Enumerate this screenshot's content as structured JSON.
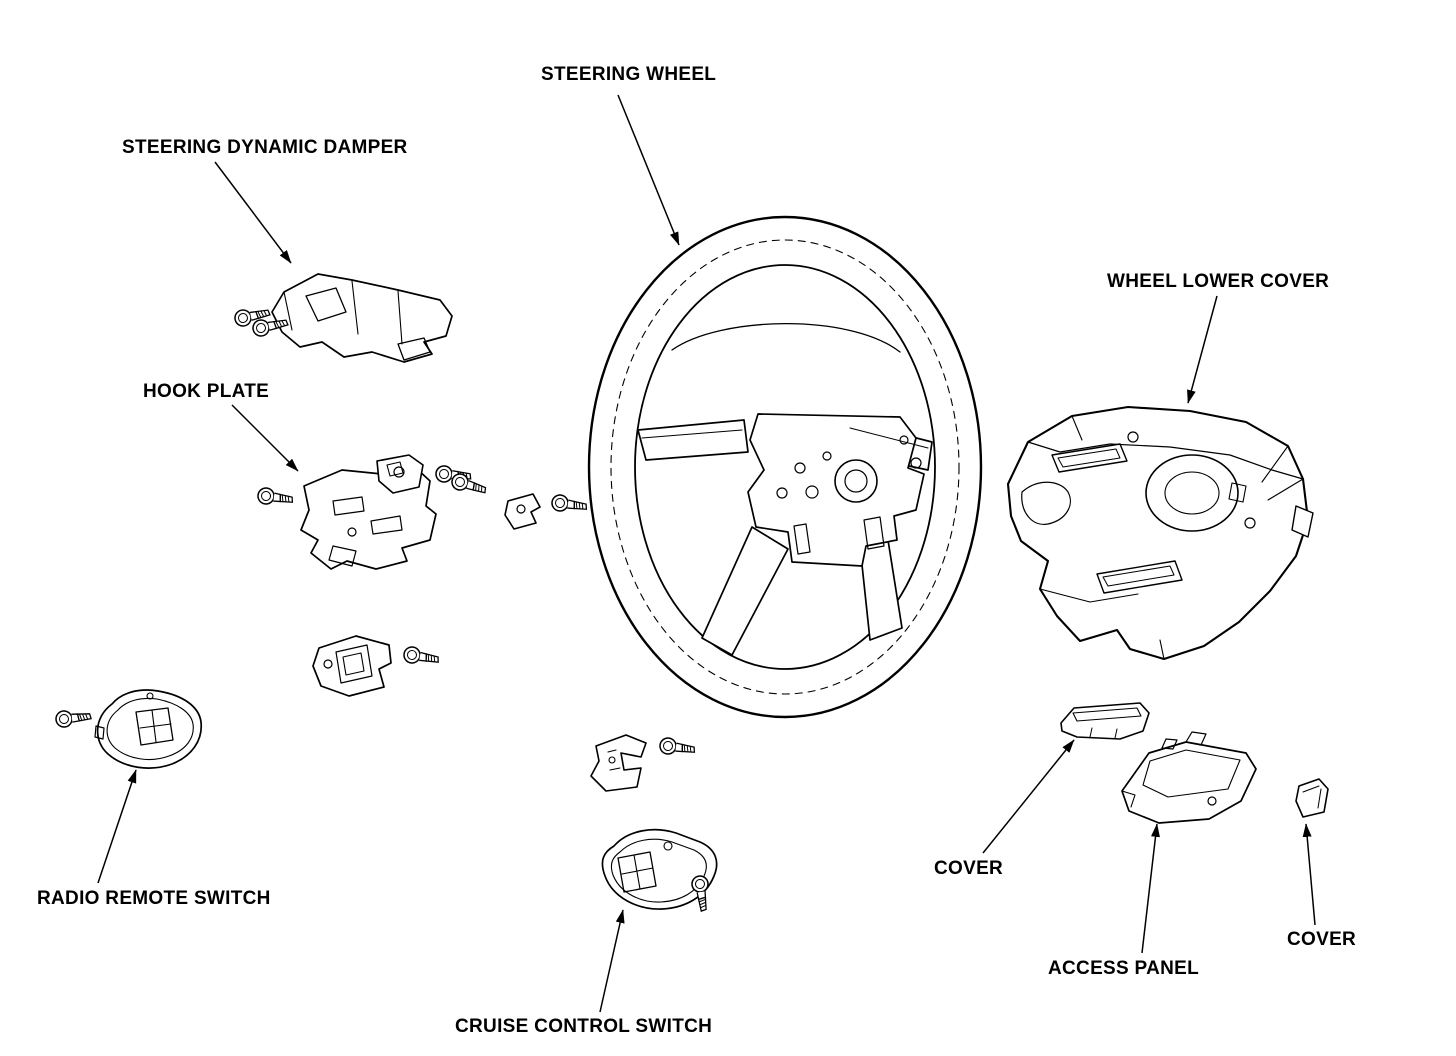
{
  "diagram": {
    "labels": {
      "steering_wheel": "STEERING WHEEL",
      "steering_dynamic_damper": "STEERING DYNAMIC DAMPER",
      "hook_plate": "HOOK PLATE",
      "wheel_lower_cover": "WHEEL LOWER COVER",
      "radio_remote_switch": "RADIO REMOTE SWITCH",
      "cruise_control_switch": "CRUISE CONTROL SWITCH",
      "cover_upper": "COVER",
      "access_panel": "ACCESS PANEL",
      "cover_right": "COVER"
    },
    "colors": {
      "line": "#000000",
      "background": "#ffffff"
    }
  }
}
